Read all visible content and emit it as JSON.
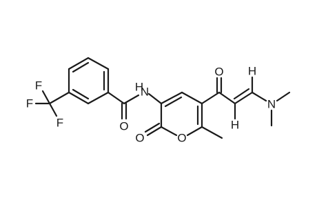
{
  "molecule": {
    "atoms": {
      "f1": "F",
      "f2": "F",
      "f3": "F",
      "carbonyl_o_amide": "O",
      "amide_nh": "H",
      "amide_n": "N",
      "lactone_carbonyl_o": "O",
      "ring_o": "O",
      "ketone_o": "O",
      "vinyl_h_top": "H",
      "vinyl_h_bottom": "H",
      "amine_n": "N"
    }
  }
}
